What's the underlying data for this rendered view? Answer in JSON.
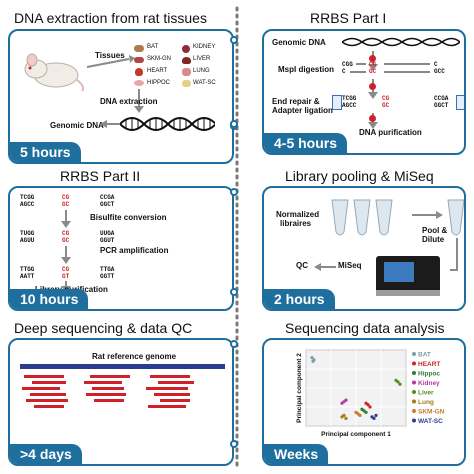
{
  "panels": {
    "dna_extraction": {
      "title": "DNA extraction from rat tissues",
      "tissues_label": "Tissues",
      "tissue_list": [
        "BAT",
        "KIDNEY",
        "SKM-GN",
        "LIVER",
        "HEART",
        "LUNG",
        "HIPPOC",
        "WAT-SC"
      ],
      "step1": "DNA extraction",
      "step2": "Genomic DNA",
      "time": "5 hours"
    },
    "rrbs1": {
      "title": "RRBS Part I",
      "genomic": "Genomic DNA",
      "mspi": "MspI digestion",
      "endrepair": "End repair &",
      "adapter": "Adapter ligation",
      "purification": "DNA purification",
      "seq_cgg": "CGG",
      "seq_cg": "CG",
      "seq_c": "C",
      "seq_gcc": "GCC",
      "seq_top": "TCGG",
      "seq_ccga": "CCGA",
      "seq_bot": "AGCC",
      "seq_ggct": "GGCT",
      "seq_gc": "GC",
      "time": "4-5 hours"
    },
    "rrbs2": {
      "title": "RRBS Part II",
      "bisulfite": "Bisulfite conversion",
      "pcr": "PCR amplification",
      "library": "Library purification",
      "row1_left_top": "TCGG",
      "row1_left_bot": "AGCC",
      "row1_mid_top": "CG",
      "row1_mid_bot": "GC",
      "row1_right_top": "CCGA",
      "row1_right_bot": "GGCT",
      "row2_left_top": "TUGG",
      "row2_left_bot": "AGUU",
      "row2_mid_top": "CG",
      "row2_mid_bot": "GC",
      "row2_right_top": "UUGA",
      "row2_right_bot": "GGUT",
      "row3_left_top": "TTGG",
      "row3_left_bot": "AATT",
      "row3_mid_top": "CG",
      "row3_mid_bot": "GT",
      "row3_right_top": "TTGA",
      "row3_right_bot": "GGTT",
      "time": "10 hours"
    },
    "pooling": {
      "title": "Library pooling & MiSeq",
      "normalized1": "Normalized",
      "normalized2": "libraires",
      "pool1": "Pool &",
      "pool2": "Dilute",
      "miseq": "MiSeq",
      "qc": "QC",
      "time": "2 hours"
    },
    "deepseq": {
      "title": "Deep sequencing & data QC",
      "ref": "Rat reference genome",
      "time": ">4 days"
    },
    "analysis": {
      "title": "Sequencing data analysis",
      "ylabel": "Principal component 2",
      "xlabel": "Principal component 1",
      "time": "Weeks"
    }
  },
  "chart_data": {
    "type": "scatter",
    "title": "",
    "xlabel": "Principal component 1",
    "ylabel": "Principal component 2",
    "legend_position": "right",
    "series": [
      {
        "name": "BAT",
        "color": "#7f9da8",
        "points": [
          [
            0.06,
            0.9
          ],
          [
            0.08,
            0.87
          ],
          [
            0.07,
            0.85
          ]
        ]
      },
      {
        "name": "HEART",
        "color": "#c62828",
        "points": [
          [
            0.62,
            0.28
          ],
          [
            0.64,
            0.25
          ],
          [
            0.6,
            0.3
          ]
        ]
      },
      {
        "name": "Hippoc",
        "color": "#2e7d32",
        "points": [
          [
            0.58,
            0.2
          ],
          [
            0.6,
            0.18
          ],
          [
            0.56,
            0.22
          ]
        ]
      },
      {
        "name": "Kidney",
        "color": "#b23aa8",
        "points": [
          [
            0.36,
            0.3
          ],
          [
            0.4,
            0.34
          ],
          [
            0.38,
            0.32
          ]
        ]
      },
      {
        "name": "Liver",
        "color": "#5b8a1e",
        "points": [
          [
            0.92,
            0.58
          ],
          [
            0.94,
            0.55
          ],
          [
            0.9,
            0.6
          ]
        ]
      },
      {
        "name": "Lung",
        "color": "#a07c1a",
        "points": [
          [
            0.36,
            0.12
          ],
          [
            0.4,
            0.1
          ],
          [
            0.38,
            0.14
          ]
        ]
      },
      {
        "name": "SKM-GN",
        "color": "#c77d2a",
        "points": [
          [
            0.52,
            0.16
          ],
          [
            0.54,
            0.14
          ],
          [
            0.5,
            0.18
          ]
        ]
      },
      {
        "name": "WAT-SC",
        "color": "#2f3e8f",
        "points": [
          [
            0.66,
            0.12
          ],
          [
            0.68,
            0.1
          ],
          [
            0.7,
            0.14
          ]
        ]
      }
    ],
    "xlim": [
      0,
      1
    ],
    "ylim": [
      0,
      1
    ],
    "grid": true
  },
  "colors": {
    "accent": "#1f6f9e",
    "red": "#d0202a",
    "grey": "#8a8a8a"
  }
}
